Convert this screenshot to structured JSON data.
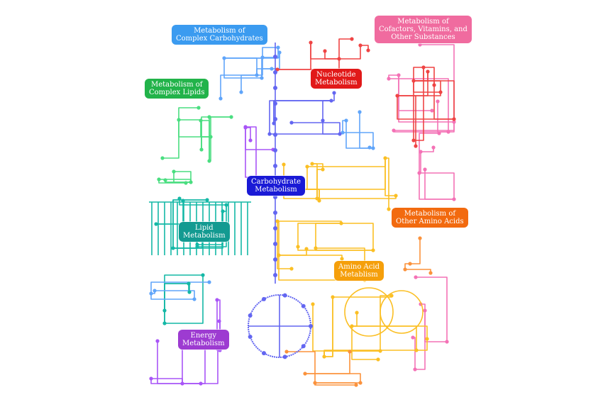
{
  "colors": {
    "complex_carbohydrates": "#60a5fa",
    "complex_lipids": "#4ade80",
    "nucleotide": "#ef4444",
    "cofactors": "#f472b6",
    "carbohydrate": "#6366f1",
    "lipid": "#14b8a6",
    "other_amino_acids": "#fb923c",
    "amino_acid": "#fbbf24",
    "energy": "#a855f7"
  },
  "labels": {
    "complex_carbohydrates": "Metabolism of\nComplex Carbohydrates",
    "cofactors": "Metabolism of\nCofactors, Vitamins, and\nOther Substances",
    "complex_lipids": "Metabolism of\nComplex Lipids",
    "nucleotide": "Nucleotide\nMetabolism",
    "carbohydrate": "Carbohydrate\nMetabolism",
    "other_amino_acids": "Metabolism of\nOther Amino Acids",
    "lipid": "Lipid\nMetabolism",
    "amino_acid": "Amino Acid\nMetablism",
    "energy": "Energy\nMetabolism"
  }
}
